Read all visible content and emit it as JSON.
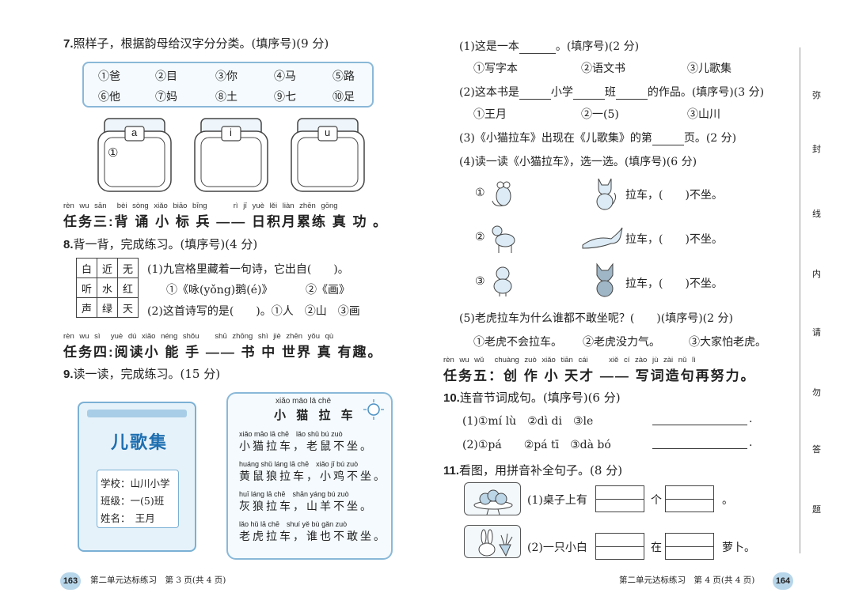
{
  "left": {
    "q7": {
      "title_num": "7.",
      "title": "照样子，根据韵母给汉字分分类。(填序号)(9 分)",
      "row1": [
        "①爸",
        "②目",
        "③你",
        "④马",
        "⑤路"
      ],
      "row2": [
        "⑥他",
        "⑦妈",
        "⑧土",
        "⑨七",
        "⑩足"
      ],
      "tv_labels": [
        "a",
        "i",
        "u"
      ],
      "tv_example": "①"
    },
    "task3": {
      "pinyin": [
        "rèn",
        "wu",
        "sān",
        "bèi",
        "sòng",
        "xiǎo",
        "biāo",
        "bīng",
        "rì",
        "jī",
        "yuè",
        "lěi",
        "liàn",
        "zhēn",
        "gōng"
      ],
      "text": "任务三:背 诵 小 标 兵 —— 日积月累练 真 功 。"
    },
    "q8": {
      "title_num": "8.",
      "title": "背一背，完成练习。(填序号)(4 分)",
      "grid": [
        [
          "白",
          "近",
          "无"
        ],
        [
          "听",
          "水",
          "红"
        ],
        [
          "声",
          "绿",
          "天"
        ]
      ],
      "line1": "(1)九宫格里藏着一句诗，它出自(　　)。",
      "opt1": "①《咏(yǒng)鹅(é)》",
      "opt2": "②《画》",
      "line2": "(2)这首诗写的是(　　)。①人　②山　③画"
    },
    "task4": {
      "pinyin": [
        "rèn",
        "wu",
        "sì",
        "yuè",
        "dú",
        "xiǎo",
        "néng",
        "shǒu",
        "shū",
        "zhōng",
        "shì",
        "jiè",
        "zhēn",
        "yǒu",
        "qù"
      ],
      "text": "任务四:阅读小 能 手 —— 书 中 世界 真 有趣。"
    },
    "q9": {
      "title_num": "9.",
      "title": "读一读，完成练习。(15 分)",
      "book_title": "儿歌集",
      "book_lines": [
        "学校：山川小学",
        "班级：一(5)班",
        "姓名：　王月"
      ],
      "poem_title_py": "xiǎo māo lā chē",
      "poem_title": "小 猫 拉 车",
      "poem": [
        {
          "py": "xiǎo māo lā chē　lǎo shǔ bú zuò",
          "text": "小猫拉车，老鼠不坐。"
        },
        {
          "py": "huáng shǔ láng lā chē　xiǎo jī bú zuò",
          "text": "黄鼠狼拉车，小鸡不坐。"
        },
        {
          "py": "huī láng lā chē　shān yáng bú zuò",
          "text": "灰狼拉车，山羊不坐。"
        },
        {
          "py": "lǎo hǔ lā chē　shuí yě bù gǎn zuò",
          "text": "老虎拉车，谁也不敢坐。"
        }
      ]
    },
    "footer": {
      "page_num": "163",
      "text": "第二单元达标练习　第 3 页(共 4 页)"
    }
  },
  "right": {
    "p1": {
      "line": "(1)这是一本",
      "after": "。(填序号)(2 分)",
      "opts": [
        "①写字本",
        "②语文书",
        "③儿歌集"
      ]
    },
    "p2": {
      "a": "(2)这本书是",
      "b": "小学",
      "c": "班",
      "d": "的作品。(填序号)(3 分)",
      "opts": [
        "①王月",
        "②一(5)",
        "③山川"
      ]
    },
    "p3": {
      "a": "(3)《小猫拉车》出现在《儿歌集》的第",
      "b": "页。(2 分)"
    },
    "p4": {
      "title": "(4)读一读《小猫拉车》，选一选。(填序号)(6 分)",
      "rows": [
        {
          "num": "①",
          "text": "拉车，(　　)不坐。"
        },
        {
          "num": "②",
          "text": "拉车，(　　)不坐。"
        },
        {
          "num": "③",
          "text": "拉车，(　　)不坐。"
        }
      ]
    },
    "p5": {
      "title": "(5)老虎拉车为什么谁都不敢坐呢？(　　)(填序号)(2 分)",
      "opts": [
        "①老虎不会拉车。",
        "②老虎没力气。",
        "③大家怕老虎。"
      ]
    },
    "task5": {
      "pinyin": [
        "rèn",
        "wu",
        "wǔ",
        "chuàng",
        "zuò",
        "xiǎo",
        "tiān",
        "cái",
        "xiě",
        "cí",
        "zào",
        "jù",
        "zài",
        "nǔ",
        "lì"
      ],
      "text": "任务五：创 作 小 天才 —— 写词造句再努力。"
    },
    "q10": {
      "title_num": "10.",
      "title": "连音节词成句。(填序号)(6 分)",
      "line1": "(1)①mí lù　②dì di　③le",
      "line2": "(2)①pá　　②pá tī　③dà bó"
    },
    "q11": {
      "title_num": "11.",
      "title": "看图，用拼音补全句子。(8 分)",
      "s1a": "(1)桌子上有",
      "s1b": "个",
      "s1c": "。",
      "s2a": "(2)一只小白",
      "s2b": "在",
      "s2c": "萝卜。"
    },
    "footer": {
      "page_num": "164",
      "text": "第二单元达标练习　第 4 页(共 4 页)"
    },
    "seal": [
      "弥",
      "封",
      "线",
      "内",
      "请",
      "勿",
      "答",
      "题"
    ]
  }
}
